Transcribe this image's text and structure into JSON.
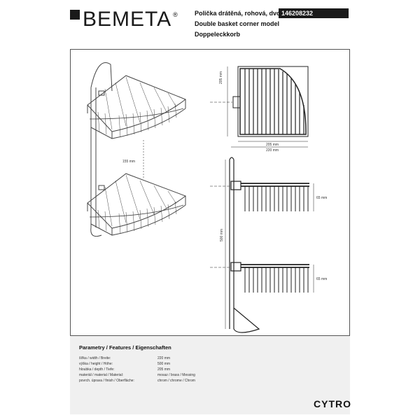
{
  "brand": {
    "name": "BEMETA",
    "reg": "®"
  },
  "product": {
    "title_cz": "Polička drátěná, rohová, dvojitá",
    "title_en": "Double basket corner model",
    "title_de": "Doppeleckkorb",
    "code": "146208232",
    "model": "CYTRO"
  },
  "dimensions": {
    "top_depth": "205 mm",
    "top_width_inner": "205 mm",
    "top_width_outer": "220 mm",
    "spacing": "155 mm",
    "height_total": "500 mm",
    "basket_height_1": "65 mm",
    "basket_height_2": "65 mm"
  },
  "params": {
    "title": "Parametry / Features / Eigenschaften",
    "rows": [
      {
        "label": "šířka / width / Breite:",
        "value": "220 mm"
      },
      {
        "label": "výška / height / Höhe:",
        "value": "500 mm"
      },
      {
        "label": "hloubka / depth / Tiefe:",
        "value": "205 mm"
      },
      {
        "label": "materiál / material / Material:",
        "value": "mosaz / brass / Messing"
      },
      {
        "label": "povrch. úprava / finish / Oberfläche:",
        "value": "chrom / chrome / Chrom"
      }
    ]
  }
}
